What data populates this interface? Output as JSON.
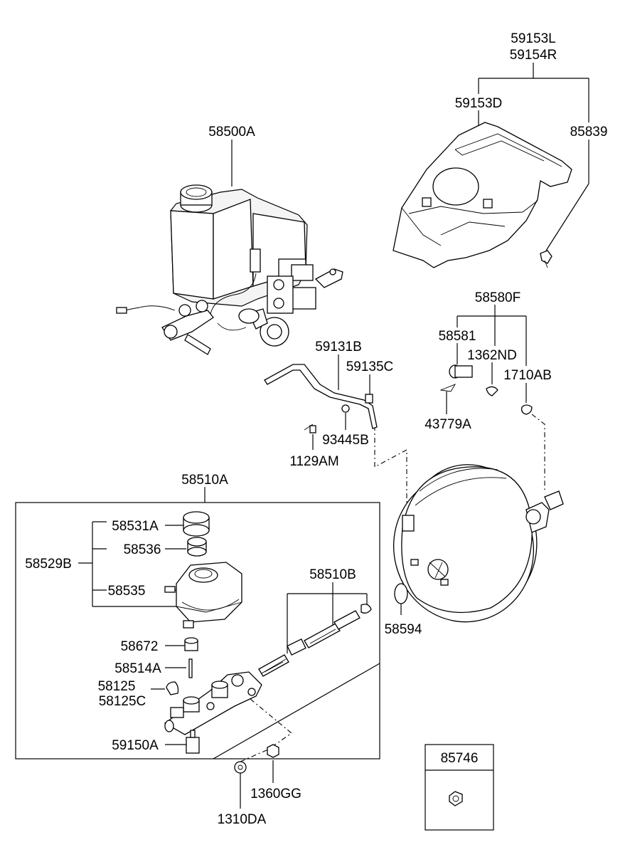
{
  "labels": {
    "l_59153L": "59153L",
    "l_59154R": "59154R",
    "l_59153D": "59153D",
    "l_85839": "85839",
    "l_58500A": "58500A",
    "l_58580F": "58580F",
    "l_58581": "58581",
    "l_1362ND": "1362ND",
    "l_1710AB": "1710AB",
    "l_43779A": "43779A",
    "l_59131B": "59131B",
    "l_59135C": "59135C",
    "l_93445B": "93445B",
    "l_1129AM": "1129AM",
    "l_58510A": "58510A",
    "l_58531A": "58531A",
    "l_58536": "58536",
    "l_58529B": "58529B",
    "l_58535": "58535",
    "l_58510B": "58510B",
    "l_58594": "58594",
    "l_58672": "58672",
    "l_58514A": "58514A",
    "l_58125": "58125",
    "l_58125C": "58125C",
    "l_59150A": "59150A",
    "l_1360GG": "1360GG",
    "l_1310DA": "1310DA",
    "l_85746": "85746"
  }
}
